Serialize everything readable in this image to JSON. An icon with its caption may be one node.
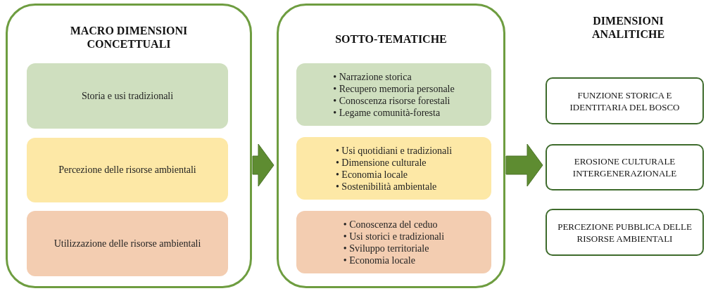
{
  "diagram": {
    "nodes": [
      {
        "text": [
          "MACRO DIMENSIONI CONCETTUALI"
        ]
      },
      {
        "text": [
          "Storia e usi tradizionali"
        ],
        "in": 0
      },
      {
        "text": [
          "Percezione delle risorse ambientali"
        ],
        "in": 0
      },
      {
        "text": [
          "Utilizzazione delle risorse ambientali"
        ],
        "in": 0
      },
      {
        "text": [
          "SOTTO-TEMATICHE"
        ]
      },
      {
        "text": [
          "• Narrazione storica",
          "• Recupero memoria personale",
          "• Conoscenza risorse forestali",
          "• Legame comunità-foresta"
        ],
        "in": 4
      },
      {
        "text": [
          "• Usi quotidiani e tradizionali",
          "• Dimensione culturale",
          "• Economia locale",
          "• Sostenibilità ambientale"
        ],
        "in": 4
      },
      {
        "text": [
          "• Conoscenza del ceduo",
          "• Usi storici e tradizionali",
          "• Sviluppo territoriale",
          "• Economia locale"
        ],
        "in": 4
      },
      {
        "text": [
          "FUNZIONE STORICA E IDENTITARIA DEL BOSCO"
        ]
      },
      {
        "text": [
          "EROSIONE CULTURALE INTERGENERAZIONALE"
        ]
      },
      {
        "text": [
          "PERCEZIONE PUBBLICA DELLE RISORSE AMBIENTALI"
        ]
      }
    ],
    "edges": [
      {
        "from": 0,
        "to": 4,
        "arrow": "to",
        "style": "thick"
      },
      {
        "from": 4,
        "to": 9,
        "arrow": "to",
        "style": "thick"
      }
    ],
    "labels": [
      "DIMENSIONI ANALITICHE"
    ]
  }
}
